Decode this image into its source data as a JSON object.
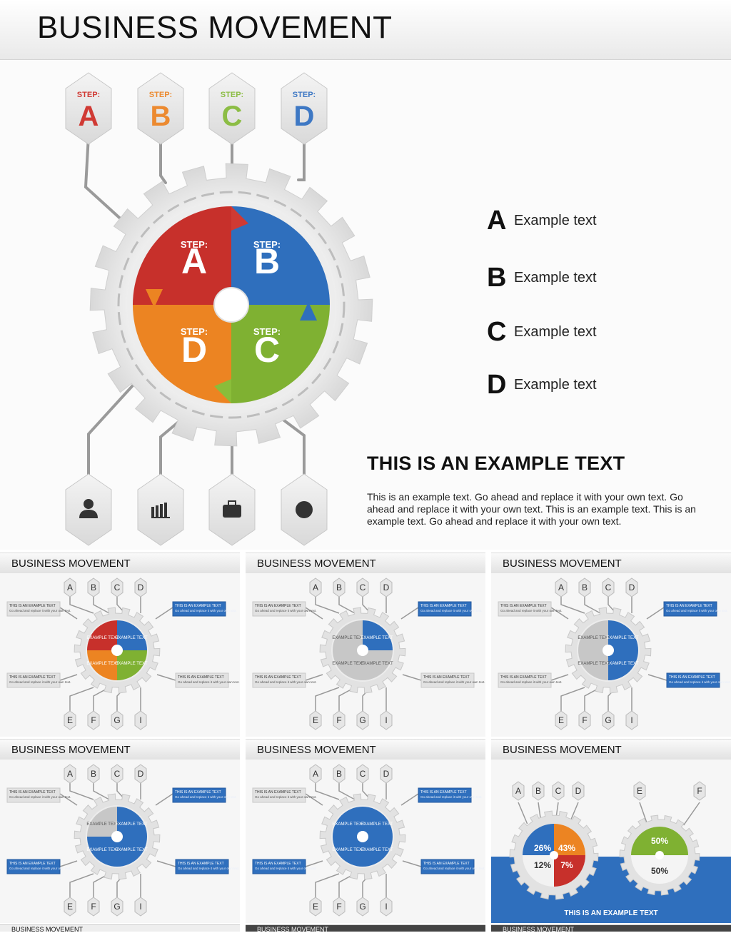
{
  "header": {
    "title": "BUSINESS MOVEMENT"
  },
  "colors": {
    "red": "#c7302b",
    "blue": "#2f6fbd",
    "green": "#7fb132",
    "orange": "#ec8422",
    "gear": "#e6e6e6"
  },
  "top_steps": [
    {
      "label": "STEP:",
      "letter": "A",
      "color": "#d03a34"
    },
    {
      "label": "STEP:",
      "letter": "B",
      "color": "#ec8a30"
    },
    {
      "label": "STEP:",
      "letter": "C",
      "color": "#8cbd45"
    },
    {
      "label": "STEP:",
      "letter": "D",
      "color": "#3e78c4"
    }
  ],
  "wheel": [
    {
      "label": "STEP:",
      "letter": "A"
    },
    {
      "label": "STEP:",
      "letter": "B"
    },
    {
      "label": "STEP:",
      "letter": "C"
    },
    {
      "label": "STEP:",
      "letter": "D"
    }
  ],
  "bottom_icons": [
    "person-icon",
    "bar-chart-icon",
    "briefcase-icon",
    "circle-icon"
  ],
  "legend": [
    {
      "letter": "A",
      "text": "Example text"
    },
    {
      "letter": "B",
      "text": "Example text"
    },
    {
      "letter": "C",
      "text": "Example text"
    },
    {
      "letter": "D",
      "text": "Example text"
    }
  ],
  "example": {
    "title": "THIS IS AN EXAMPLE TEXT",
    "body": "This is an example text. Go ahead and replace it with your own text. Go ahead and replace it with your own text. This is an example text. This is an example text. Go ahead and replace it with your own text."
  },
  "thumbnails": [
    {
      "title": "BUSINESS MOVEMENT",
      "variant": "color"
    },
    {
      "title": "BUSINESS MOVEMENT",
      "variant": "blue1"
    },
    {
      "title": "BUSINESS MOVEMENT",
      "variant": "blue2"
    },
    {
      "title": "BUSINESS MOVEMENT",
      "variant": "blue3"
    },
    {
      "title": "BUSINESS MOVEMENT",
      "variant": "blue4"
    },
    {
      "title": "BUSINESS MOVEMENT",
      "variant": "pie"
    }
  ],
  "thumb_top_letters": [
    "A",
    "B",
    "C",
    "D"
  ],
  "thumb_bottom_letters": [
    "E",
    "F",
    "G",
    "I"
  ],
  "thumb_wheel_label": "EXAMPLE TEXT",
  "thumb_callout": {
    "title": "THIS IS AN EXAMPLE TEXT",
    "body": "Go ahead and replace it with your own text."
  },
  "pie_slide": {
    "left_letters": [
      "A",
      "B",
      "C",
      "D"
    ],
    "right_letters": [
      "E",
      "F"
    ],
    "left_values": [
      "26%",
      "43%",
      "12%",
      "7%"
    ],
    "right_values": [
      "50%",
      "50%"
    ],
    "caption": "THIS IS AN EXAMPLE TEXT"
  },
  "bottom_strip": {
    "title": "BUSINESS MOVEMENT"
  }
}
